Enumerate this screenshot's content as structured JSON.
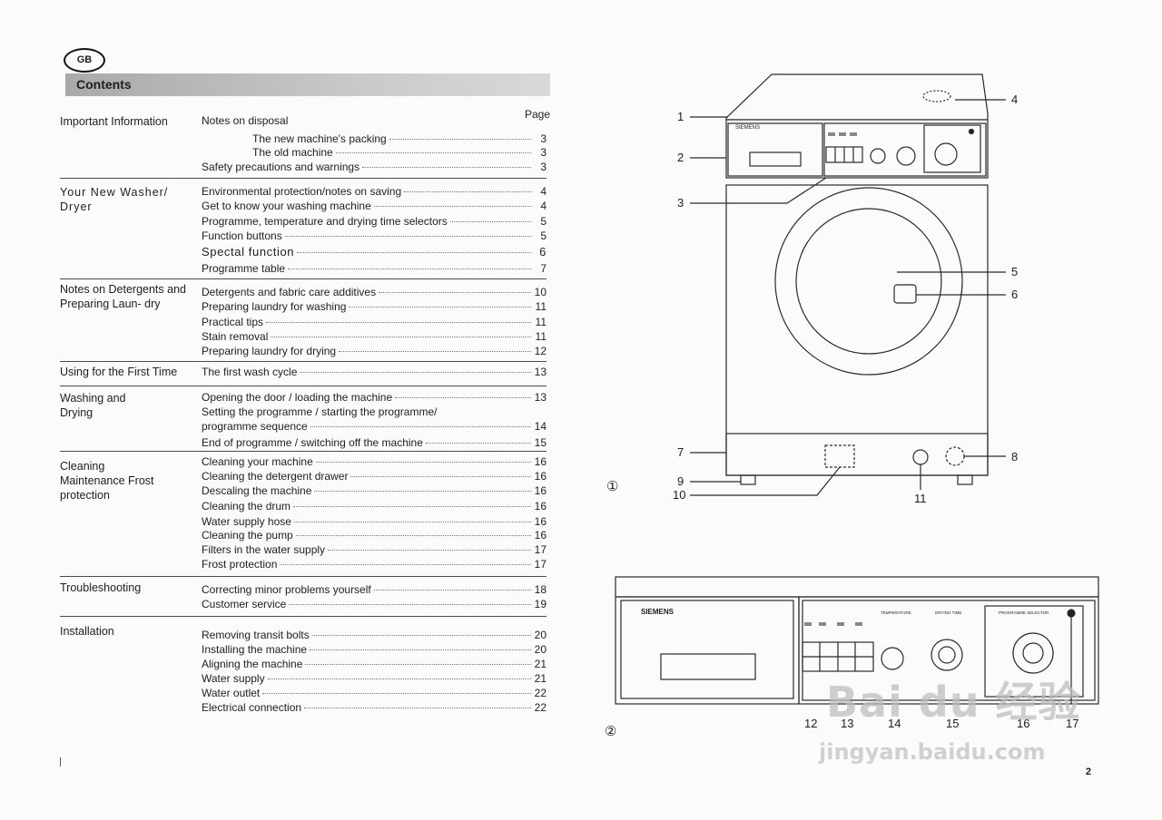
{
  "badge": "GB",
  "contents_title": "Contents",
  "page_column_label": "Page",
  "sections": [
    {
      "title": "Important Information",
      "entries": [
        {
          "text": "Notes on disposal",
          "page": ""
        },
        {
          "text": "The new machine's packing",
          "page": "3"
        },
        {
          "text": "The old machine",
          "page": "3"
        },
        {
          "text": "Safety precautions and warnings",
          "page": "3"
        }
      ]
    },
    {
      "title": "Your New Washer/ Dryer",
      "entries": [
        {
          "text": "Environmental protection/notes on saving",
          "page": "4"
        },
        {
          "text": "Get to know your washing machine",
          "page": "4"
        },
        {
          "text": "Programme, temperature and drying time selectors",
          "page": "5"
        },
        {
          "text": "Function buttons",
          "page": "5"
        },
        {
          "text": "Spectal function",
          "page": "6"
        },
        {
          "text": "Programme table",
          "page": "7"
        }
      ]
    },
    {
      "title": "Notes on Detergents and Preparing Laun- dry",
      "entries": [
        {
          "text": "Detergents and fabric care additives",
          "page": "10"
        },
        {
          "text": "Preparing laundry for washing",
          "page": "11"
        },
        {
          "text": "Practical tips",
          "page": "11"
        },
        {
          "text": "Stain removal",
          "page": "11"
        },
        {
          "text": "Preparing laundry for drying",
          "page": "12"
        }
      ]
    },
    {
      "title": "Using for the First Time",
      "entries": [
        {
          "text": "The first wash cycle",
          "page": "13"
        }
      ]
    },
    {
      "title": "Washing and Drying",
      "entries": [
        {
          "text": "Opening the door / loading the machine",
          "page": "13"
        },
        {
          "text": "Setting the programme / starting the programme/",
          "page": ""
        },
        {
          "text": "programme sequence",
          "page": "14"
        },
        {
          "text": "End of programme / switching off the machine",
          "page": "15"
        }
      ]
    },
    {
      "title": "Cleaning Maintenance Frost protection",
      "entries": [
        {
          "text": "Cleaning your machine",
          "page": "16"
        },
        {
          "text": "Cleaning the detergent drawer",
          "page": "16"
        },
        {
          "text": "Descaling the machine",
          "page": "16"
        },
        {
          "text": "Cleaning the drum",
          "page": "16"
        },
        {
          "text": "Water supply hose",
          "page": "16"
        },
        {
          "text": "Cleaning the pump",
          "page": "16"
        },
        {
          "text": "Filters in the water supply",
          "page": "17"
        },
        {
          "text": "Frost protection",
          "page": "17"
        }
      ]
    },
    {
      "title": "Troubleshooting",
      "entries": [
        {
          "text": "Correcting minor problems yourself",
          "page": "18"
        },
        {
          "text": "Customer service",
          "page": "19"
        }
      ]
    },
    {
      "title": "Installation",
      "entries": [
        {
          "text": "Removing transit bolts",
          "page": "20"
        },
        {
          "text": "Installing the machine",
          "page": "20"
        },
        {
          "text": "Aligning the machine",
          "page": "21"
        },
        {
          "text": "Water supply",
          "page": "21"
        },
        {
          "text": "Water outlet",
          "page": "22"
        },
        {
          "text": "Electrical connection",
          "page": "22"
        }
      ]
    }
  ],
  "figure1": {
    "number": "①",
    "brand": "SIEMENS",
    "callouts": [
      "1",
      "2",
      "3",
      "4",
      "5",
      "6",
      "7",
      "8",
      "9",
      "10",
      "11"
    ]
  },
  "figure2": {
    "number": "②",
    "brand": "SIEMENS",
    "temperature_label": "TEMPERATURE",
    "drying_label": "DRYING TIME",
    "programme_label": "PROGRAMME SELECTOR",
    "callouts": [
      "12",
      "13",
      "14",
      "15",
      "16",
      "17"
    ]
  },
  "page_number": "2",
  "watermark": {
    "logo": "Bai du 经验",
    "url": "jingyan.baidu.com"
  }
}
